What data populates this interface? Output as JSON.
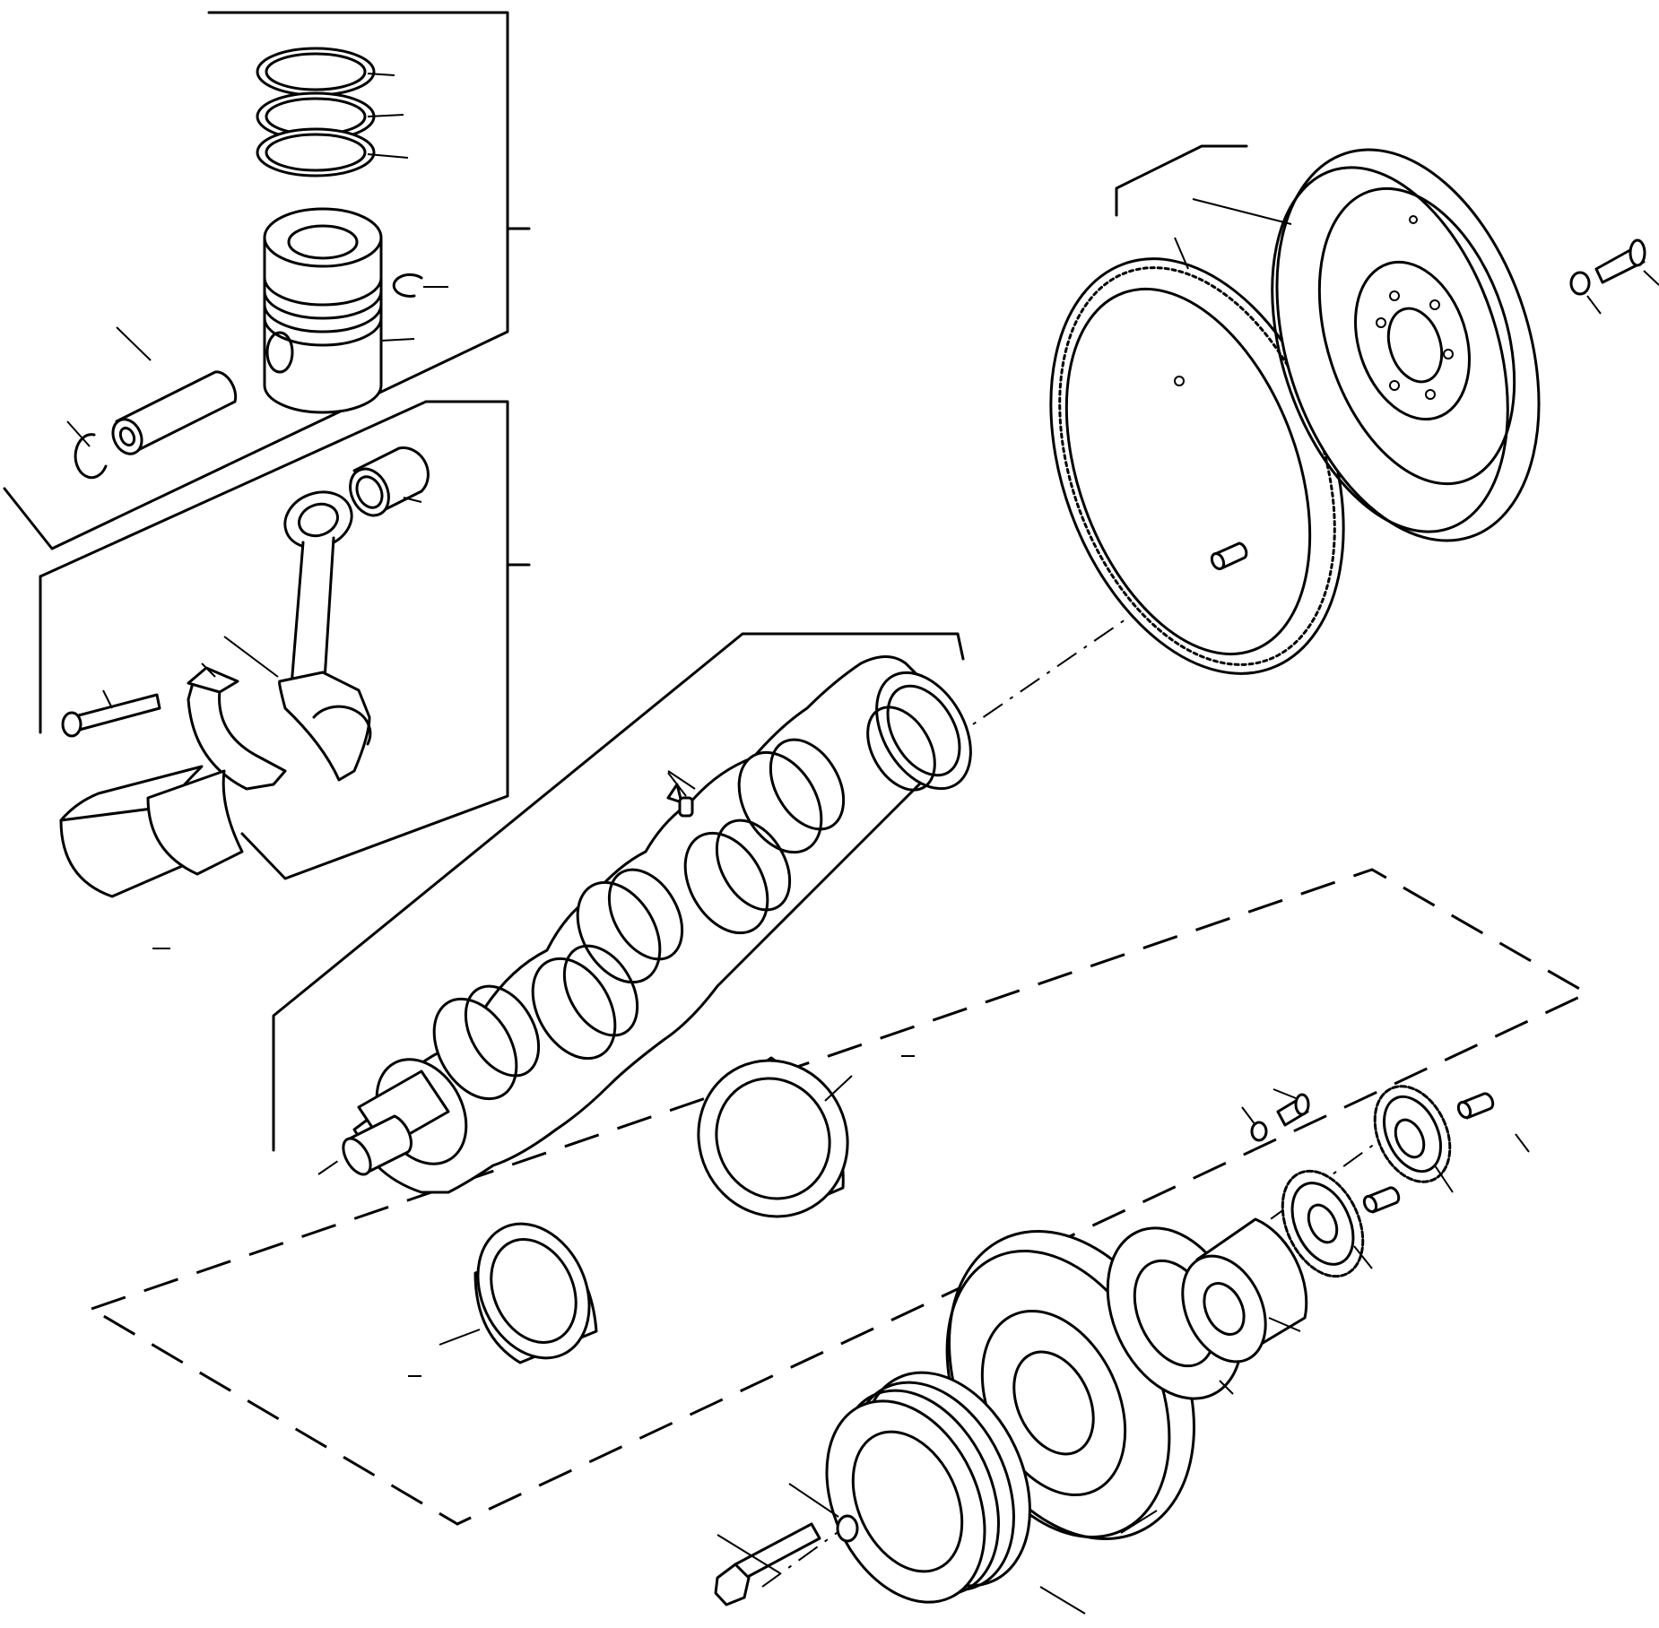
{
  "diagram": {
    "kind": "exploded-parts-view",
    "parts": [
      "piston-rings",
      "piston",
      "piston-pin",
      "snap-ring",
      "connecting-rod",
      "small-end-bushing",
      "rod-cap",
      "rod-bolt",
      "rod-bearing-shells",
      "crankshaft",
      "main-bearing",
      "thrust-bearing",
      "flywheel",
      "ring-gear",
      "flywheel-bolt",
      "dowel-pins",
      "crank-gear",
      "idler-gear",
      "spacer",
      "adapter-plate",
      "vibration-damper",
      "crank-pulley",
      "pulley-bolt",
      "washer"
    ]
  }
}
